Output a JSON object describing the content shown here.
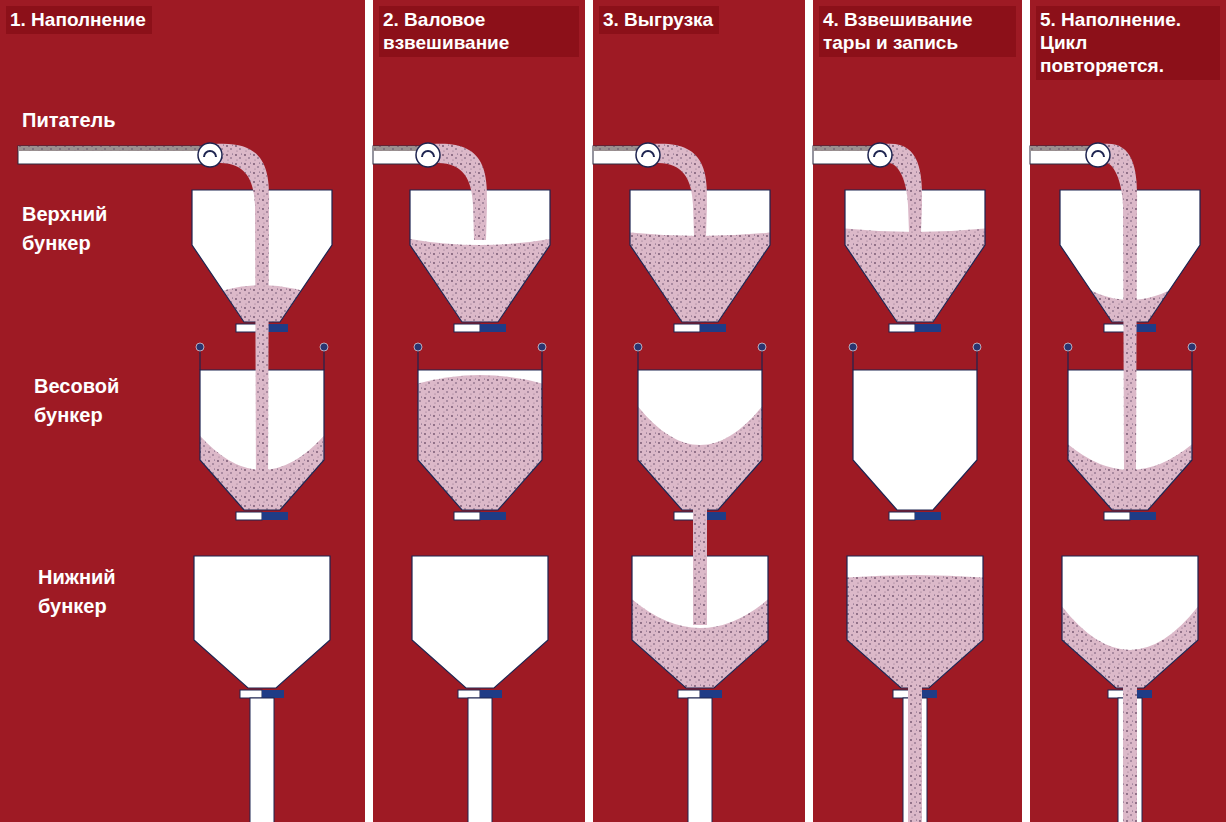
{
  "diagram": {
    "nodes": [
      {
        "text": [
          "1. Наполнение"
        ]
      },
      {
        "text": [
          "2. Валовое взвешивание"
        ]
      },
      {
        "text": [
          "3. Выгрузка"
        ]
      },
      {
        "text": [
          "4. Взвешивание тары и запись"
        ]
      },
      {
        "text": [
          "5. Наполнение. Цикл повторяется."
        ]
      }
    ],
    "labels": [
      "Питатель",
      "Верхний бункер",
      "Весовой бункер",
      "Нижний бункер"
    ]
  }
}
